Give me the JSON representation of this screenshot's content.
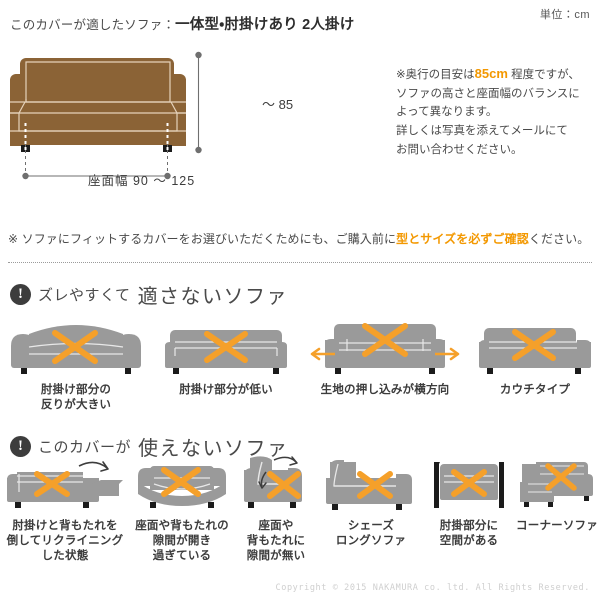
{
  "header": {
    "lead": "このカバーが適したソファ：",
    "type": "一体型・肘掛けあり 2人掛け",
    "unit": "単位：cm"
  },
  "diagram": {
    "height_label": "〜 85",
    "width_label": "座面幅 90 〜 125",
    "sofa_color": "#8B6336",
    "dimension_color": "#4a4a4a"
  },
  "note": {
    "line1_pre": "※奥行の目安は",
    "line1_hl": "85cm",
    "line1_post": " 程度ですが、",
    "line2": "ソファの高さと座面幅のバランスに",
    "line3": "よって異なります。",
    "line4": "詳しくは写真を添えてメールにて",
    "line5": "お問い合わせください。"
  },
  "notice": {
    "pre": "※ ソファにフィットするカバーをお選びいただくためにも、ご購入前に",
    "highlight": "型とサイズを必ずご確認",
    "post": "ください。"
  },
  "section1": {
    "icon": "exclamation-icon",
    "small_text": "ズレやすくて",
    "big_text": "適さないソファ",
    "items": [
      {
        "name": "arm-curve-large",
        "caption": "肘掛け部分の\n反りが大きい"
      },
      {
        "name": "arm-low",
        "caption": "肘掛け部分が低い"
      },
      {
        "name": "fabric-push-horizontal",
        "caption": "生地の押し込みが横方向"
      },
      {
        "name": "couch-type",
        "caption": "カウチタイプ"
      }
    ]
  },
  "section2": {
    "icon": "exclamation-icon",
    "small_text": "このカバーが",
    "big_text": "使えないソファ",
    "items": [
      {
        "name": "reclining",
        "caption": "肘掛けと背もたれを\n倒してリクライニング\nした状態"
      },
      {
        "name": "gap-too-wide",
        "caption": "座面や背もたれの\n隙間が開き\n過ぎている"
      },
      {
        "name": "no-gap",
        "caption": "座面や\n背もたれに\n隙間が無い"
      },
      {
        "name": "chaise-long",
        "caption": "シェーズ\nロングソファ"
      },
      {
        "name": "open-arm-space",
        "caption": "肘掛部分に\n空間がある"
      },
      {
        "name": "corner-sofa",
        "caption": "コーナーソファ"
      }
    ]
  },
  "colors": {
    "accent_orange": "#F39800",
    "x_mark_orange": "#F5A02A",
    "sofa_gray": "#9A9A9A",
    "sofa_brown": "#8B6336",
    "text": "#3c3c3c"
  },
  "footer": {
    "copyright": "Copyright © 2015 NAKAMURA co. ltd. All Rights Reserved."
  }
}
